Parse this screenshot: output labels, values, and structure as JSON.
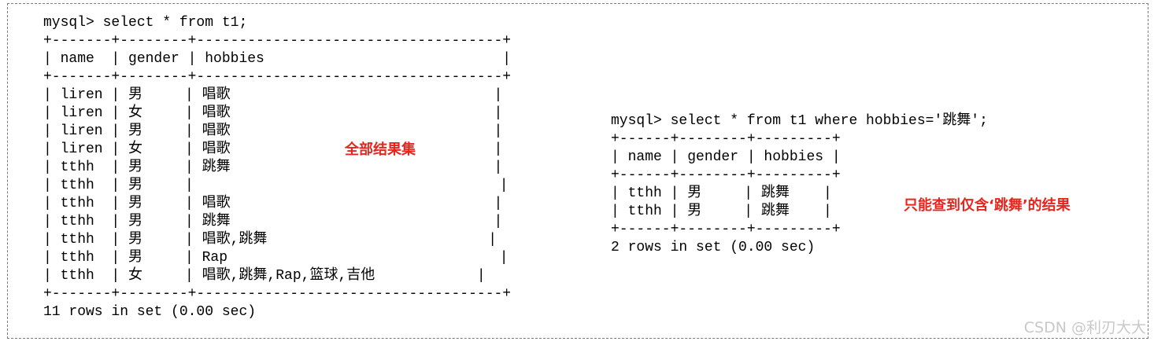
{
  "left_session": {
    "lines": [
      "mysql> select * from t1;",
      "+-------+--------+------------------------------------+",
      "| name  | gender | hobbies                            |",
      "+-------+--------+------------------------------------+",
      "| liren | 男     | 唱歌                               |",
      "| liren | 女     | 唱歌                               |",
      "| liren | 男     | 唱歌                               |",
      "| liren | 女     | 唱歌                               |",
      "| tthh  | 男     | 跳舞                               |",
      "| tthh  | 男     |                                    |",
      "| tthh  | 男     | 唱歌                               |",
      "| tthh  | 男     | 跳舞                               |",
      "| tthh  | 男     | 唱歌,跳舞                          |",
      "| tthh  | 男     | Rap                                |",
      "| tthh  | 女     | 唱歌,跳舞,Rap,篮球,吉他            |",
      "+-------+--------+------------------------------------+",
      "11 rows in set (0.00 sec)"
    ]
  },
  "right_session": {
    "lines": [
      "mysql> select * from t1 where hobbies='跳舞';",
      "+------+--------+---------+",
      "| name | gender | hobbies |",
      "+------+--------+---------+",
      "| tthh | 男     | 跳舞    |",
      "| tthh | 男     | 跳舞    |",
      "+------+--------+---------+",
      "2 rows in set (0.00 sec)"
    ]
  },
  "annotations": {
    "left": "全部结果集",
    "right": "只能查到仅含‘跳舞’的结果",
    "color": "#e8241c"
  },
  "watermark": "CSDN @利刃大大"
}
